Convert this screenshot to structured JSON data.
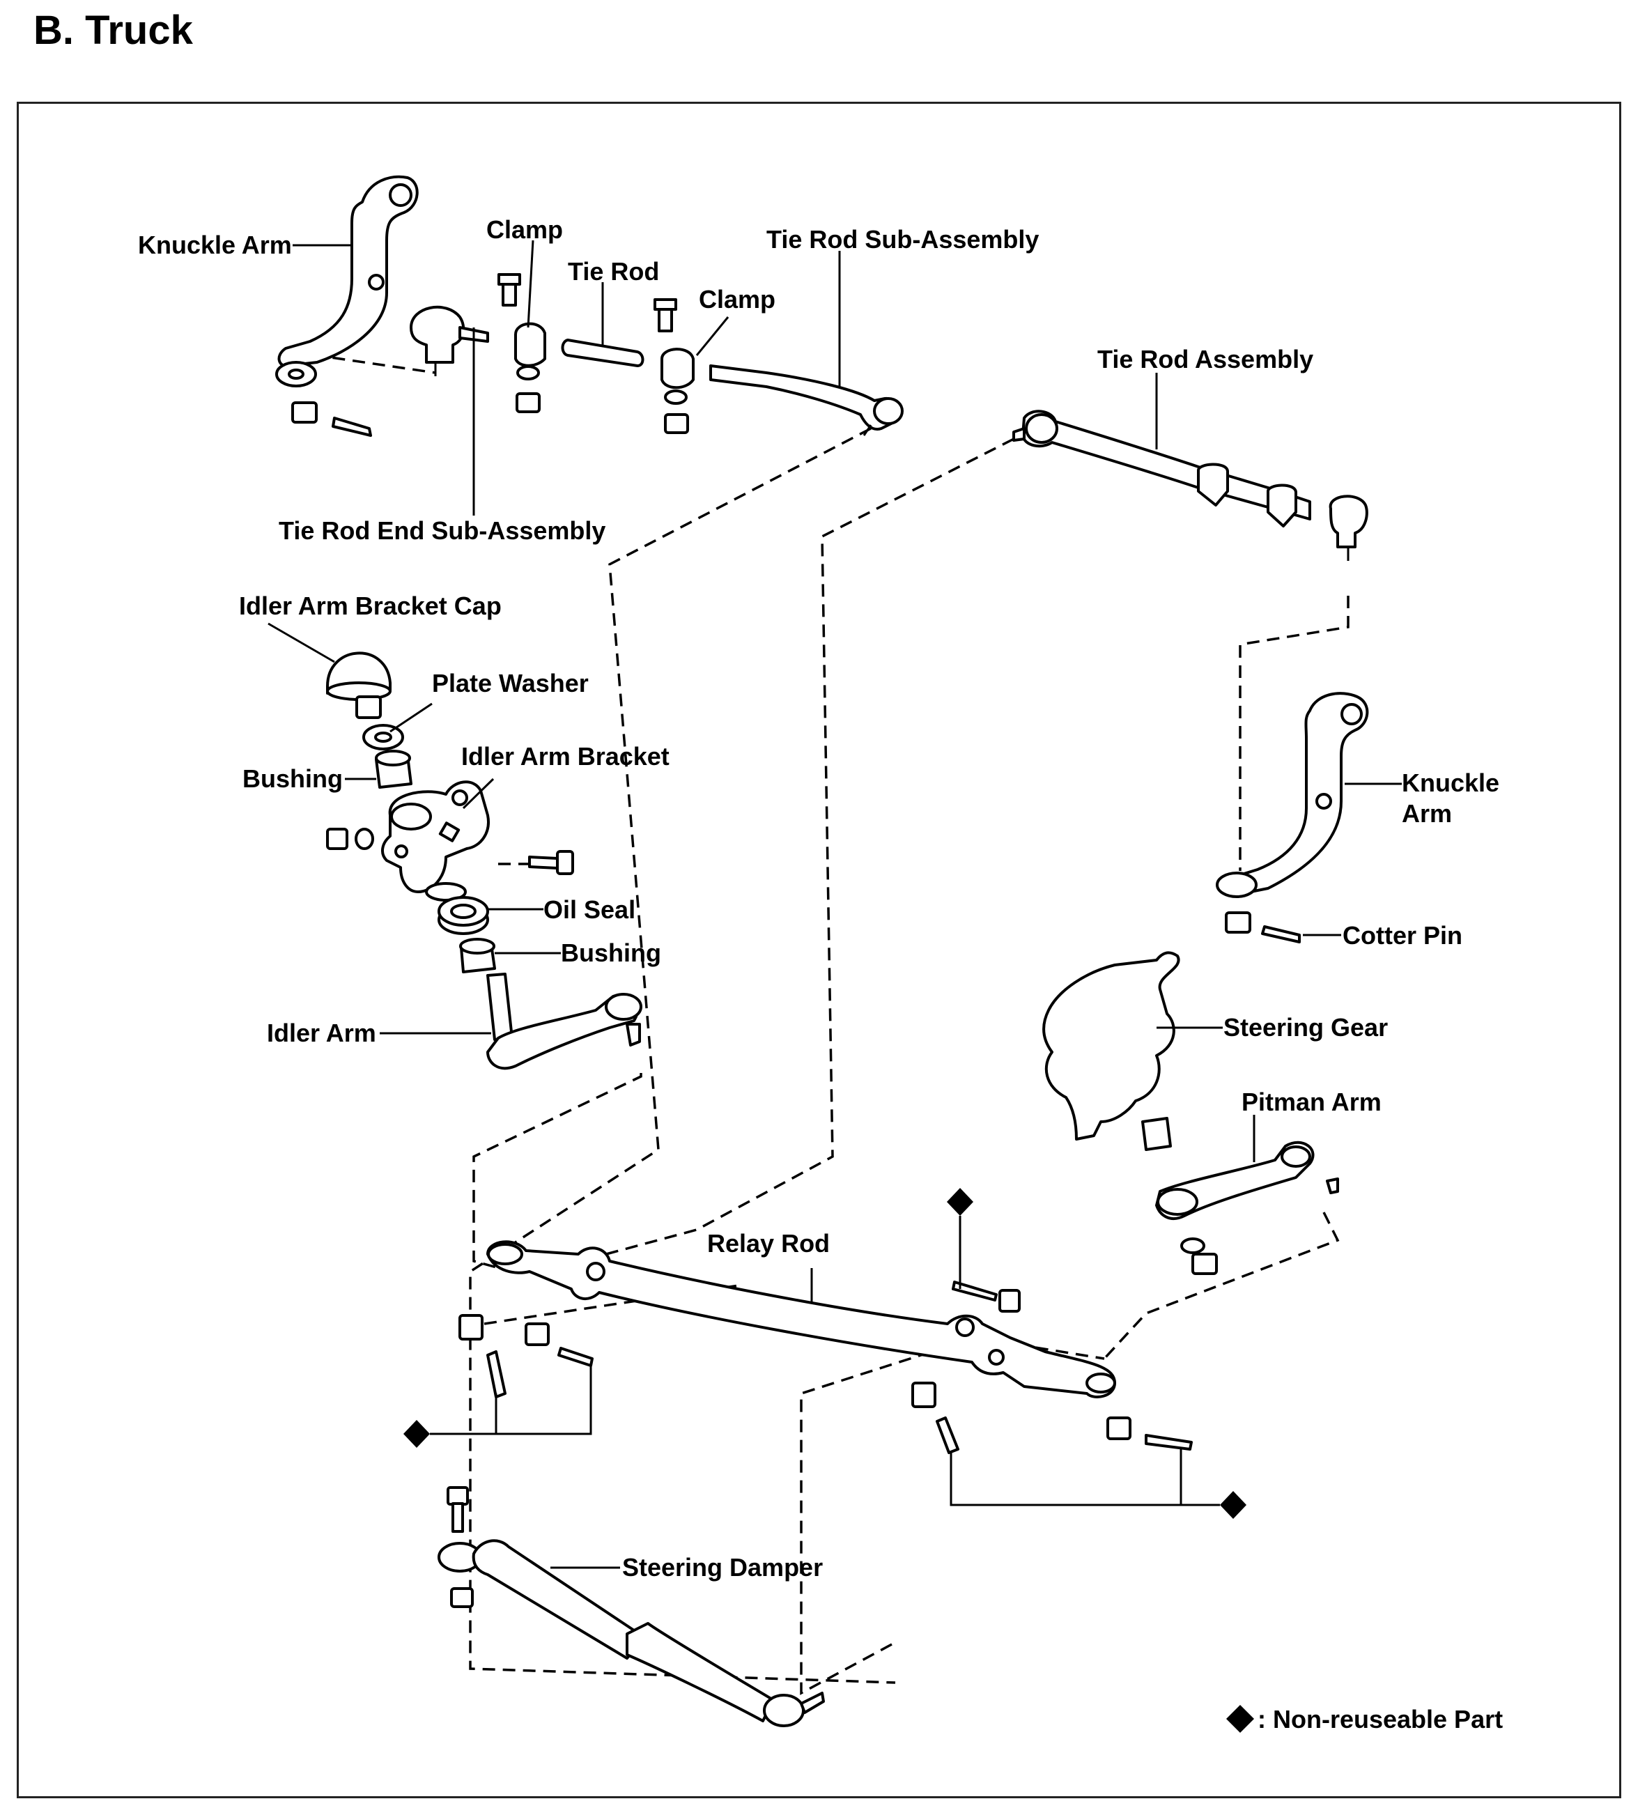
{
  "title": "B. Truck",
  "labels": {
    "knuckle_arm_left": "Knuckle Arm",
    "clamp_1": "Clamp",
    "tie_rod": "Tie Rod",
    "clamp_2": "Clamp",
    "tie_rod_sub_assembly": "Tie Rod Sub-Assembly",
    "tie_rod_assembly": "Tie Rod Assembly",
    "tie_rod_end_sub_assembly": "Tie Rod End Sub-Assembly",
    "idler_arm_bracket_cap": "Idler Arm Bracket Cap",
    "plate_washer": "Plate Washer",
    "idler_arm_bracket": "Idler Arm Bracket",
    "bushing_upper": "Bushing",
    "oil_seal": "Oil Seal",
    "bushing_lower": "Bushing",
    "idler_arm": "Idler Arm",
    "knuckle_arm_right_line1": "Knuckle",
    "knuckle_arm_right_line2": "Arm",
    "cotter_pin": "Cotter Pin",
    "steering_gear": "Steering Gear",
    "pitman_arm": "Pitman Arm",
    "relay_rod": "Relay Rod",
    "steering_damper": "Steering Damper"
  },
  "legend": {
    "symbol": "diamond",
    "text": ": Non-reuseable Part"
  }
}
